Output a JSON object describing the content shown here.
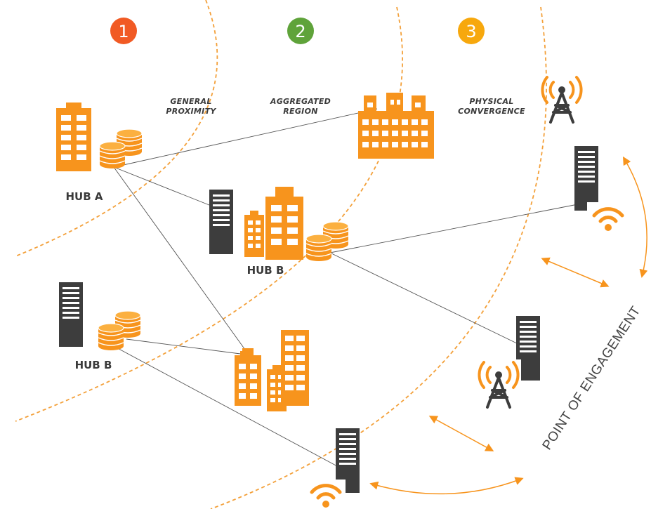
{
  "colors": {
    "orange": "#f7941d",
    "dark": "#3d3d3d",
    "arc": "#f3a03a",
    "zone1": "#f15a24",
    "zone2": "#5fa33a",
    "zone3": "#f7a80d"
  },
  "zones": [
    {
      "number": "1",
      "label_line1": "GENERAL",
      "label_line2": "PROXIMITY"
    },
    {
      "number": "2",
      "label_line1": "AGGREGATED",
      "label_line2": "REGION"
    },
    {
      "number": "3",
      "label_line1": "PHYSICAL",
      "label_line2": "CONVERGENCE"
    }
  ],
  "hubs": {
    "hub_a": "HUB A",
    "hub_b_center": "HUB B",
    "hub_b_left": "HUB B"
  },
  "point_of_engagement": "POINT OF ENGAGEMENT",
  "icons": [
    "building-icon",
    "database-icon",
    "server-icon",
    "cell-tower-icon",
    "wifi-icon",
    "double-arrow-icon"
  ]
}
